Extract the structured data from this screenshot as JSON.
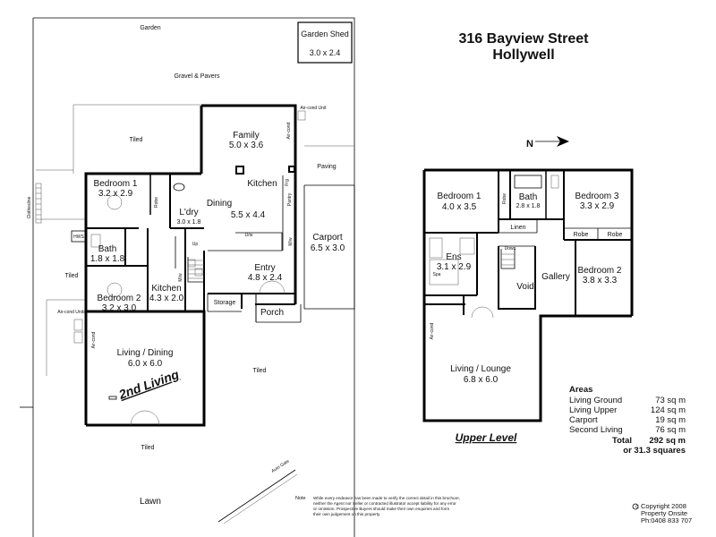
{
  "header": {
    "address_line1": "316 Bayview Street",
    "address_line2": "Hollywell"
  },
  "site": {
    "garden": "Garden",
    "gravel": "Gravel & Pavers",
    "tiled_top": "Tiled",
    "tiled_left": "Tiled",
    "tiled_right": "Tiled",
    "tiled_bottom": "Tiled",
    "clothesline": "Clothesline",
    "hws": "HWS",
    "aircond_units": "Air-cond Units",
    "aircond_unit": "Air-cond Unit",
    "paving": "Paving",
    "lawn": "Lawn",
    "auto_gate": "Auto Gate"
  },
  "garden_shed": {
    "name": "Garden Shed",
    "size": "3.0 x 2.4"
  },
  "ground_rooms": {
    "family": {
      "name": "Family",
      "size": "5.0 x 3.6"
    },
    "bedroom1": {
      "name": "Bedroom 1",
      "size": "3.2 x 2.9"
    },
    "robe": "Robe",
    "ldry": {
      "name": "L'dry",
      "size": "3.0 x 1.8"
    },
    "dining": "Dining",
    "kitchen": {
      "name": "Kitchen",
      "size": "5.5 x 4.4"
    },
    "bath": {
      "name": "Bath",
      "size": "1.8 x 1.8"
    },
    "kitchen2": {
      "name": "Kitchen",
      "size": "4.3 x 2.0"
    },
    "bedroom2": {
      "name": "Bedroom 2",
      "size": "3.2 x 3.0"
    },
    "entry": {
      "name": "Entry",
      "size": "4.8 x 2.4"
    },
    "carport": {
      "name": "Carport",
      "size": "6.5 x 3.0"
    },
    "storage": "Storage",
    "porch": "Porch",
    "living_dining": {
      "name": "Living / Dining",
      "size": "6.0 x 6.0"
    },
    "second_living": "2nd Living",
    "up": "Up",
    "frg": "Frg",
    "pantry": "Pantry",
    "mw": "M/w",
    "dw": "D/w",
    "mw2": "M/w",
    "aircond": "Air-cond",
    "aircond2": "Air-cond"
  },
  "compass": {
    "label": "N"
  },
  "upper_rooms": {
    "bedroom1": {
      "name": "Bedroom 1",
      "size": "4.0 x 3.5"
    },
    "robe": "Robe",
    "bath": {
      "name": "Bath",
      "size": "2.8 x 1.8"
    },
    "bedroom3": {
      "name": "Bedroom 3",
      "size": "3.3 x 2.9"
    },
    "linen": "Linen",
    "robe2": "Robe",
    "robe3": "Robe",
    "ens": {
      "name": "Ens",
      "size": "3.1 x 2.9"
    },
    "spa": "Spa",
    "down": "Down",
    "void": "Void",
    "gallery": "Gallery",
    "bedroom2": {
      "name": "Bedroom 2",
      "size": "3.8 x 3.3"
    },
    "living_lounge": {
      "name": "Living / Lounge",
      "size": "6.8 x 6.0"
    },
    "aircond": "Air-cond",
    "level_label": "Upper Level"
  },
  "areas": {
    "heading": "Areas",
    "rows": [
      {
        "label": "Living Ground",
        "value": "73 sq m"
      },
      {
        "label": "Living Upper",
        "value": "124 sq m"
      },
      {
        "label": "Carport",
        "value": "19 sq m"
      },
      {
        "label": "Second Living",
        "value": "76 sq m"
      }
    ],
    "total_label": "Total",
    "total_value": "292 sq m",
    "squares": "or 31.3 squares"
  },
  "footer": {
    "note_label": "Note",
    "note_line1": "While every endeavor has been made to verify the correct detail in this brochure,",
    "note_line2": "neither the Agent nor Seller or contracted illustrator accept liability for any error",
    "note_line3": "or omission. Prospective Buyers should make their own enquiries and form",
    "note_line4": "their own judgement on this property.",
    "copyright": "Copyright 2008",
    "company": "Property Onsite",
    "phone": "Ph:0408 833 707"
  }
}
